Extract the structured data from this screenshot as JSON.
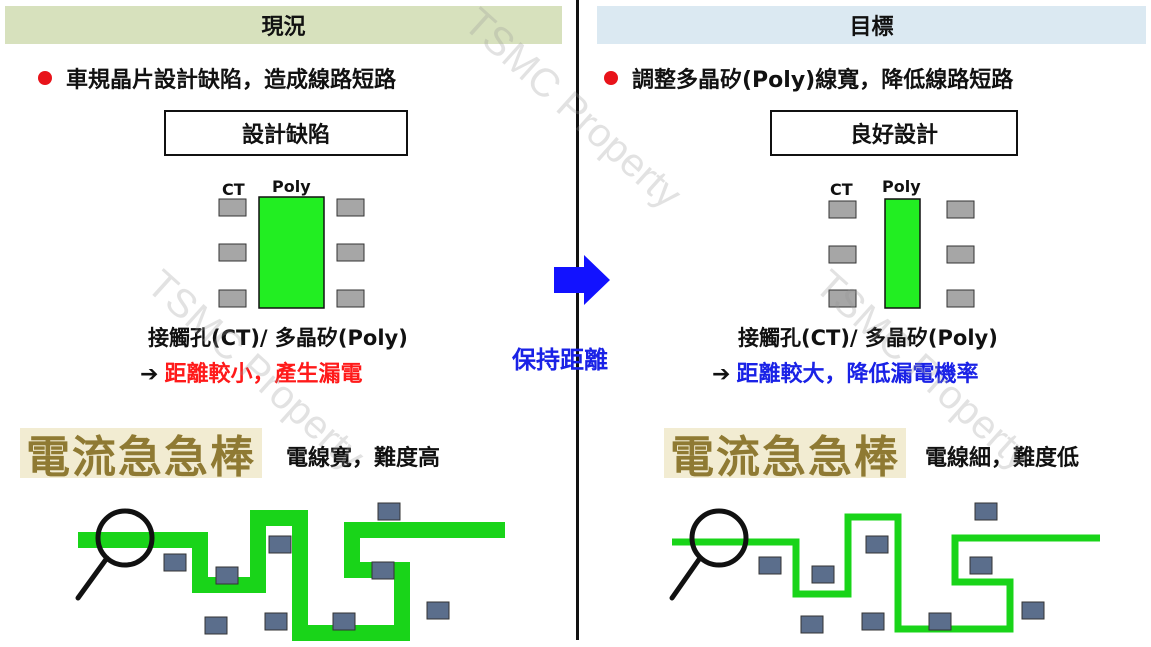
{
  "left": {
    "header": "現況",
    "bullet": "車規晶片設計缺陷，造成線路短路",
    "box_label": "設計缺陷",
    "ct_label": "CT",
    "poly_label": "Poly",
    "caption_line1": "接觸孔(CT)/ 多晶矽(Poly)",
    "caption_line2": "距離較小，產生漏電",
    "game_title": "電流急急棒",
    "game_desc": "電線寬，難度高"
  },
  "right": {
    "header": "目標",
    "bullet": "調整多晶矽(Poly)線寬，降低線路短路",
    "box_label": "良好設計",
    "ct_label": "CT",
    "poly_label": "Poly",
    "caption_line1": "接觸孔(CT)/ 多晶矽(Poly)",
    "caption_line2": "距離較大，降低漏電機率",
    "game_title": "電流急急棒",
    "game_desc": "電線細，難度低"
  },
  "center": {
    "label": "保持距離"
  },
  "watermark": "TSMC Property",
  "colors": {
    "left_header_bg": "#d7e1bd",
    "right_header_bg": "#dbe9f2",
    "poly_green": "#22ee22",
    "wire_green": "#19d419",
    "ct_gray": "#a6a6a6",
    "chip_blue_gray": "#5b6e8c",
    "arrow_blue": "#1212ff",
    "warn_red": "#ff1a1a",
    "ok_blue": "#1a22e6"
  },
  "icons": {
    "bullet": "red-dot-icon",
    "arrow": "right-arrow-icon",
    "magnifier": "magnifying-glass-icon"
  }
}
